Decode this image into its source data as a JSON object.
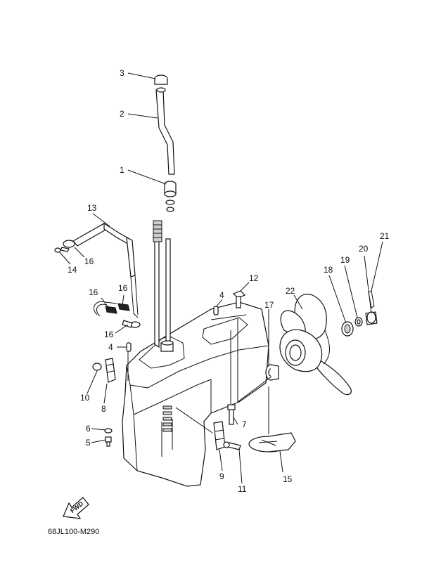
{
  "diagram": {
    "drawing_code": "68JL100-M290",
    "fwd_label": "FWD",
    "callouts": [
      "1",
      "2",
      "3",
      "4",
      "4",
      "5",
      "6",
      "7",
      "8",
      "9",
      "10",
      "11",
      "12",
      "13",
      "14",
      "15",
      "16",
      "16",
      "16",
      "16",
      "17",
      "18",
      "19",
      "20",
      "21",
      "22"
    ]
  },
  "colors": {
    "line": "#111111",
    "background": "#ffffff",
    "shade": "#cfcfcf"
  }
}
